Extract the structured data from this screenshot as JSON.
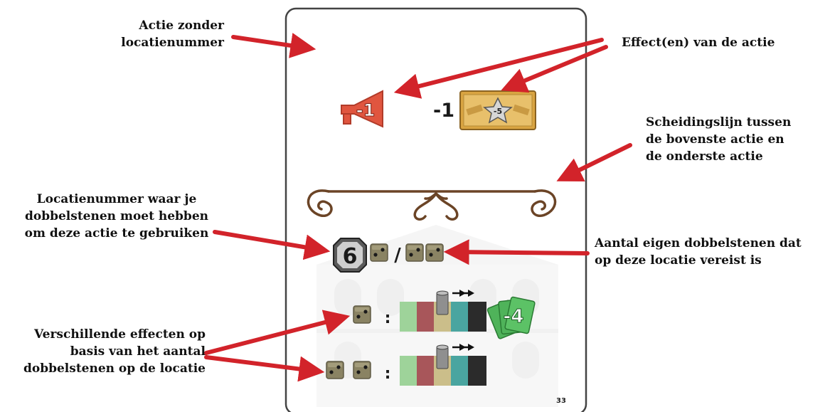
{
  "callouts": {
    "action_without_location": [
      "Actie zonder",
      "locatienummer"
    ],
    "action_effects": [
      "Effect(en) van de actie"
    ],
    "divider_line": [
      "Scheidingslijn tussen",
      "de bovenste actie en",
      "de onderste actie"
    ],
    "location_number": [
      "Locatienummer waar je",
      "dobbelstenen moet hebben",
      "om deze actie te gebruiken"
    ],
    "own_dice_required": [
      "Aantal eigen dobbelstenen dat",
      "op deze locatie vereist is"
    ],
    "different_effects": [
      "Verschillende effecten op",
      "basis van het aantal",
      "dobbelstenen op de locatie"
    ]
  },
  "card": {
    "effect_megaphone_value": "-1",
    "effect_ticket_value": "-1",
    "ticket_badge_value": "-5",
    "location_number": "6",
    "dice_separator": "/",
    "row_separator": ":",
    "green_cards_value": "-4",
    "page_number": "33"
  },
  "colors": {
    "arrow": "#d2232a",
    "card_border": "#444444",
    "megaphone": "#e0553f",
    "ticket": "#d9a441",
    "die": "#8a8363",
    "track_green": "#9ed39a",
    "track_red": "#a8565a",
    "track_tan": "#cbbe8a",
    "track_teal": "#4aa5a0",
    "track_black": "#2b2b2b",
    "green_cards": "#4fb35a",
    "scroll_brown": "#6b4426"
  }
}
